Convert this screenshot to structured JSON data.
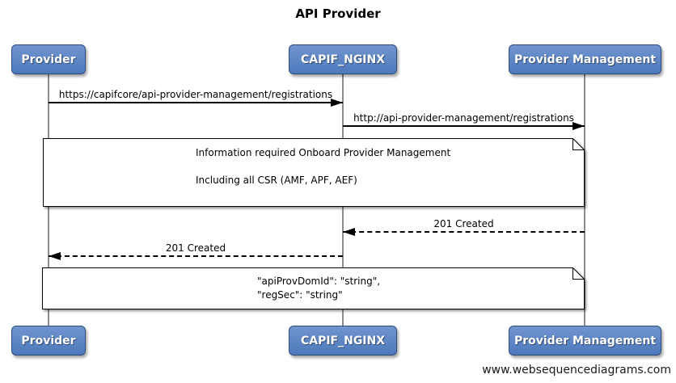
{
  "title": "API Provider",
  "watermark": "www.websequencediagrams.com",
  "actors": [
    {
      "id": "provider",
      "label": "Provider"
    },
    {
      "id": "capif-nginx",
      "label": "CAPIF_NGINX"
    },
    {
      "id": "provider-management",
      "label": "Provider Management"
    }
  ],
  "messages": [
    {
      "label": "https://capifcore/api-provider-management/registrations",
      "from": "Provider",
      "to": "CAPIF_NGINX",
      "line": "solid",
      "direction": "right"
    },
    {
      "label": "http://api-provider-management/registrations",
      "from": "CAPIF_NGINX",
      "to": "Provider Management",
      "line": "solid",
      "direction": "right"
    },
    {
      "label": "201 Created",
      "from": "Provider Management",
      "to": "CAPIF_NGINX",
      "line": "dashed",
      "direction": "left"
    },
    {
      "label": "201 Created",
      "from": "CAPIF_NGINX",
      "to": "Provider",
      "line": "dashed",
      "direction": "left"
    }
  ],
  "notes": [
    {
      "lines": [
        "Information required Onboard Provider Management",
        "Including all CSR (AMF, APF, AEF)"
      ]
    },
    {
      "lines": [
        "\"apiProvDomId\": \"string\",",
        "\"regSec\": \"string\""
      ]
    }
  ],
  "colors": {
    "actor_fill": "#5580c0",
    "actor_border": "#2d4d7d",
    "lifeline": "#8c8c8c",
    "note_fill": "#ffffff",
    "line": "#000000"
  }
}
